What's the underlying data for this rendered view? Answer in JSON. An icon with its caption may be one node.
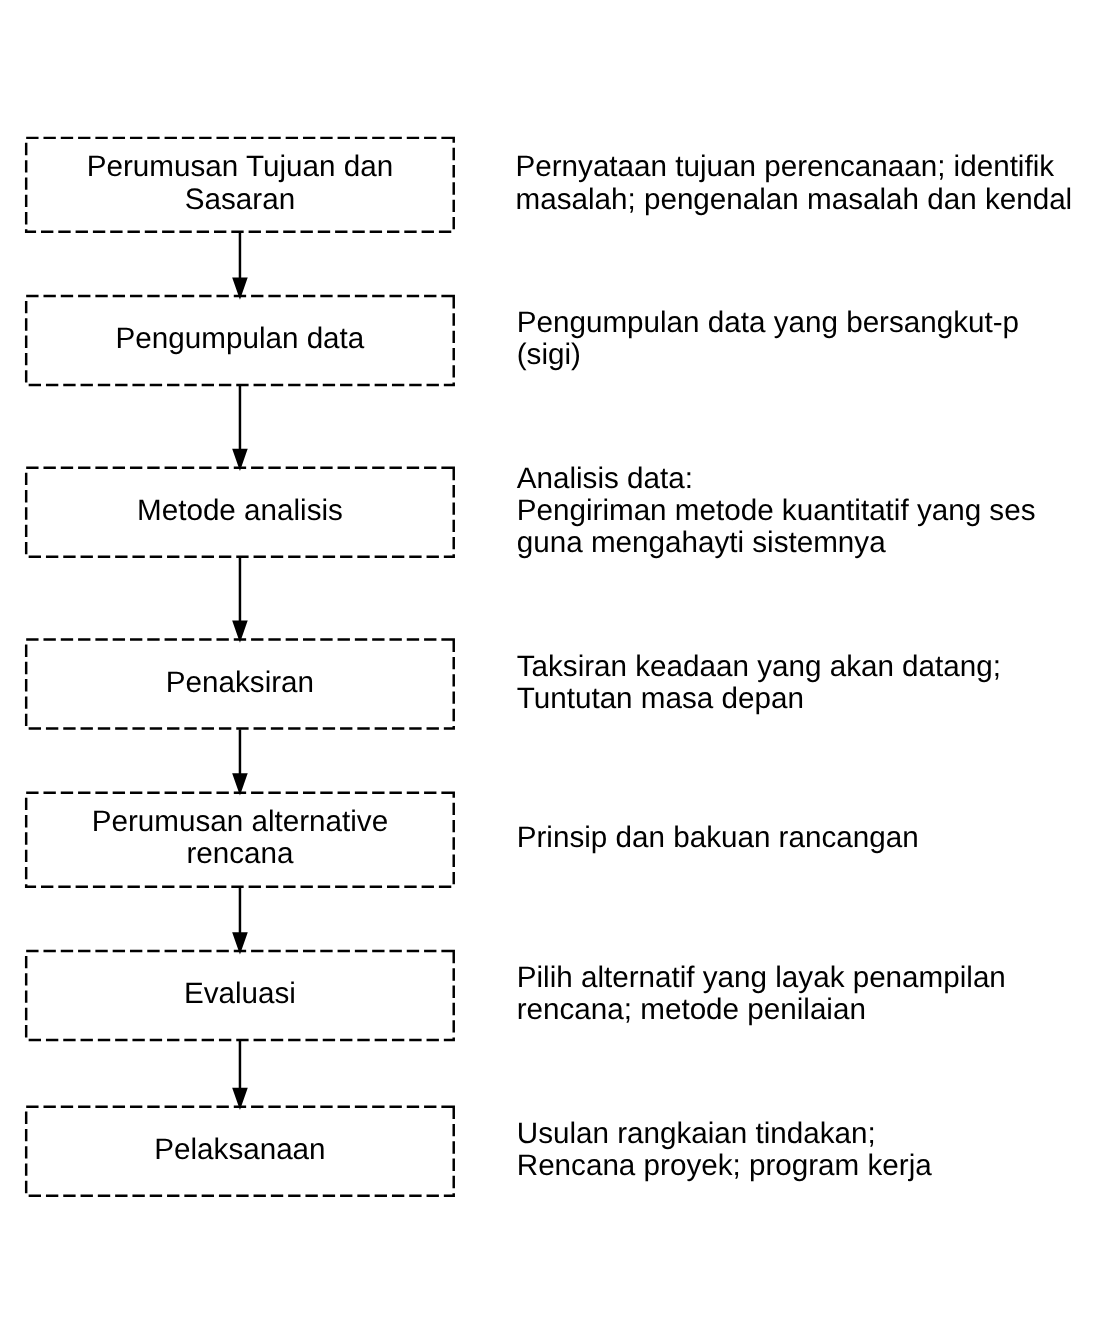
{
  "diagram": {
    "nodes": [
      {
        "text": [
          "Perumusan Tujuan dan Sasaran"
        ],
        "beside": [
          "Pernyataan tujuan perencanaan; identifik masalah; pengenalan masalah dan kendal"
        ]
      },
      {
        "text": [
          "Pengumpulan data"
        ],
        "beside": [
          "Pengumpulan data yang bersangkut-p (sigi)"
        ]
      },
      {
        "text": [
          "Metode analisis"
        ],
        "beside": [
          "Analisis data:",
          "Pengiriman metode kuantitatif yang ses guna mengahayti sistemnya"
        ]
      },
      {
        "text": [
          "Penaksiran"
        ],
        "beside": [
          "Taksiran keadaan yang akan datang;",
          "Tuntutan masa depan"
        ]
      },
      {
        "text": [
          "Perumusan alternative rencana"
        ],
        "beside": [
          "Prinsip dan bakuan rancangan"
        ]
      },
      {
        "text": [
          "Evaluasi"
        ],
        "beside": [
          "Pilih alternatif yang layak penampilan rencana; metode penilaian"
        ]
      },
      {
        "text": [
          "Pelaksanaan"
        ],
        "beside": [
          "Usulan rangkaian tindakan;",
          "Rencana proyek; program kerja"
        ]
      }
    ],
    "edges": [
      {
        "from": 0,
        "to": 1,
        "arrow": "to"
      },
      {
        "from": 1,
        "to": 2,
        "arrow": "to"
      },
      {
        "from": 2,
        "to": 3,
        "arrow": "to"
      },
      {
        "from": 3,
        "to": 4,
        "arrow": "to"
      },
      {
        "from": 4,
        "to": 5,
        "arrow": "to"
      },
      {
        "from": 5,
        "to": 6,
        "arrow": "to"
      }
    ]
  }
}
